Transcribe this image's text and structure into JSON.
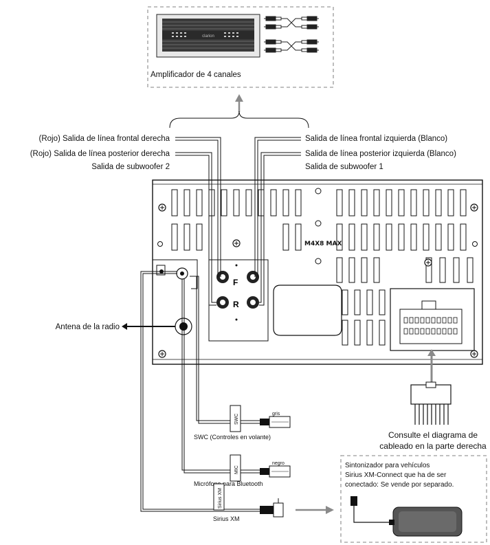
{
  "amplifier": {
    "label": "Amplificador de 4 canales",
    "brand": "clarion"
  },
  "outputs_left": [
    "(Rojo) Salida de línea frontal derecha",
    "(Rojo) Salida de línea posterior derecha",
    "Salida de subwoofer 2"
  ],
  "outputs_right": [
    "Salida de línea frontal izquierda (Blanco)",
    "Salida de línea posterior izquierda (Blanco)",
    "Salida de subwoofer 1"
  ],
  "unit": {
    "screw_label": "M4X8 MAX",
    "jack_front": "F",
    "jack_rear": "R"
  },
  "antenna_label": "Antena de la radio",
  "harness_note": [
    "Consulte el diagrama de",
    "cableado en la parte derecha"
  ],
  "cables": {
    "swc": {
      "tag": "SWC",
      "color": "gris",
      "caption": "SWC (Controles en volante)"
    },
    "mic": {
      "tag": "MIC",
      "color": "negro",
      "caption": "Micrófono para Bluetooth"
    },
    "xm": {
      "tag": "Sirius XM",
      "caption": "Sirius XM"
    }
  },
  "tuner_note": [
    "Sintonizador para vehículos",
    "Sirius XM-Connect que ha de ser",
    "conectado: Se vende por separado."
  ],
  "colors": {
    "line": "#111111",
    "arrow_gray": "#8a8a8a",
    "dash_gray": "#9a9a9a"
  }
}
